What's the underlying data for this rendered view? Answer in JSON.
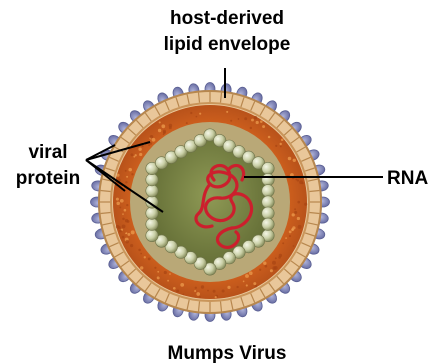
{
  "labels": {
    "envelope_line1": "host-derived",
    "envelope_line2": "lipid envelope",
    "protein_line1": "viral",
    "protein_line2": "protein",
    "rna": "RNA",
    "caption": "Mumps Virus"
  },
  "colors": {
    "background": "#ffffff",
    "outer_spikes": "#8a8fc2",
    "lipid_tan": "#e9c79a",
    "lipid_stripe": "#b7874e",
    "orange_layer": "#d9661f",
    "inner_ring": "#b9a877",
    "olive_core": "#6f7a3c",
    "nucleocapsid_beads": "#d8dcbe",
    "rna": "#cc1f2d",
    "leader_lines": "#000000"
  },
  "icons": [
    "virus-particle-illustration"
  ]
}
